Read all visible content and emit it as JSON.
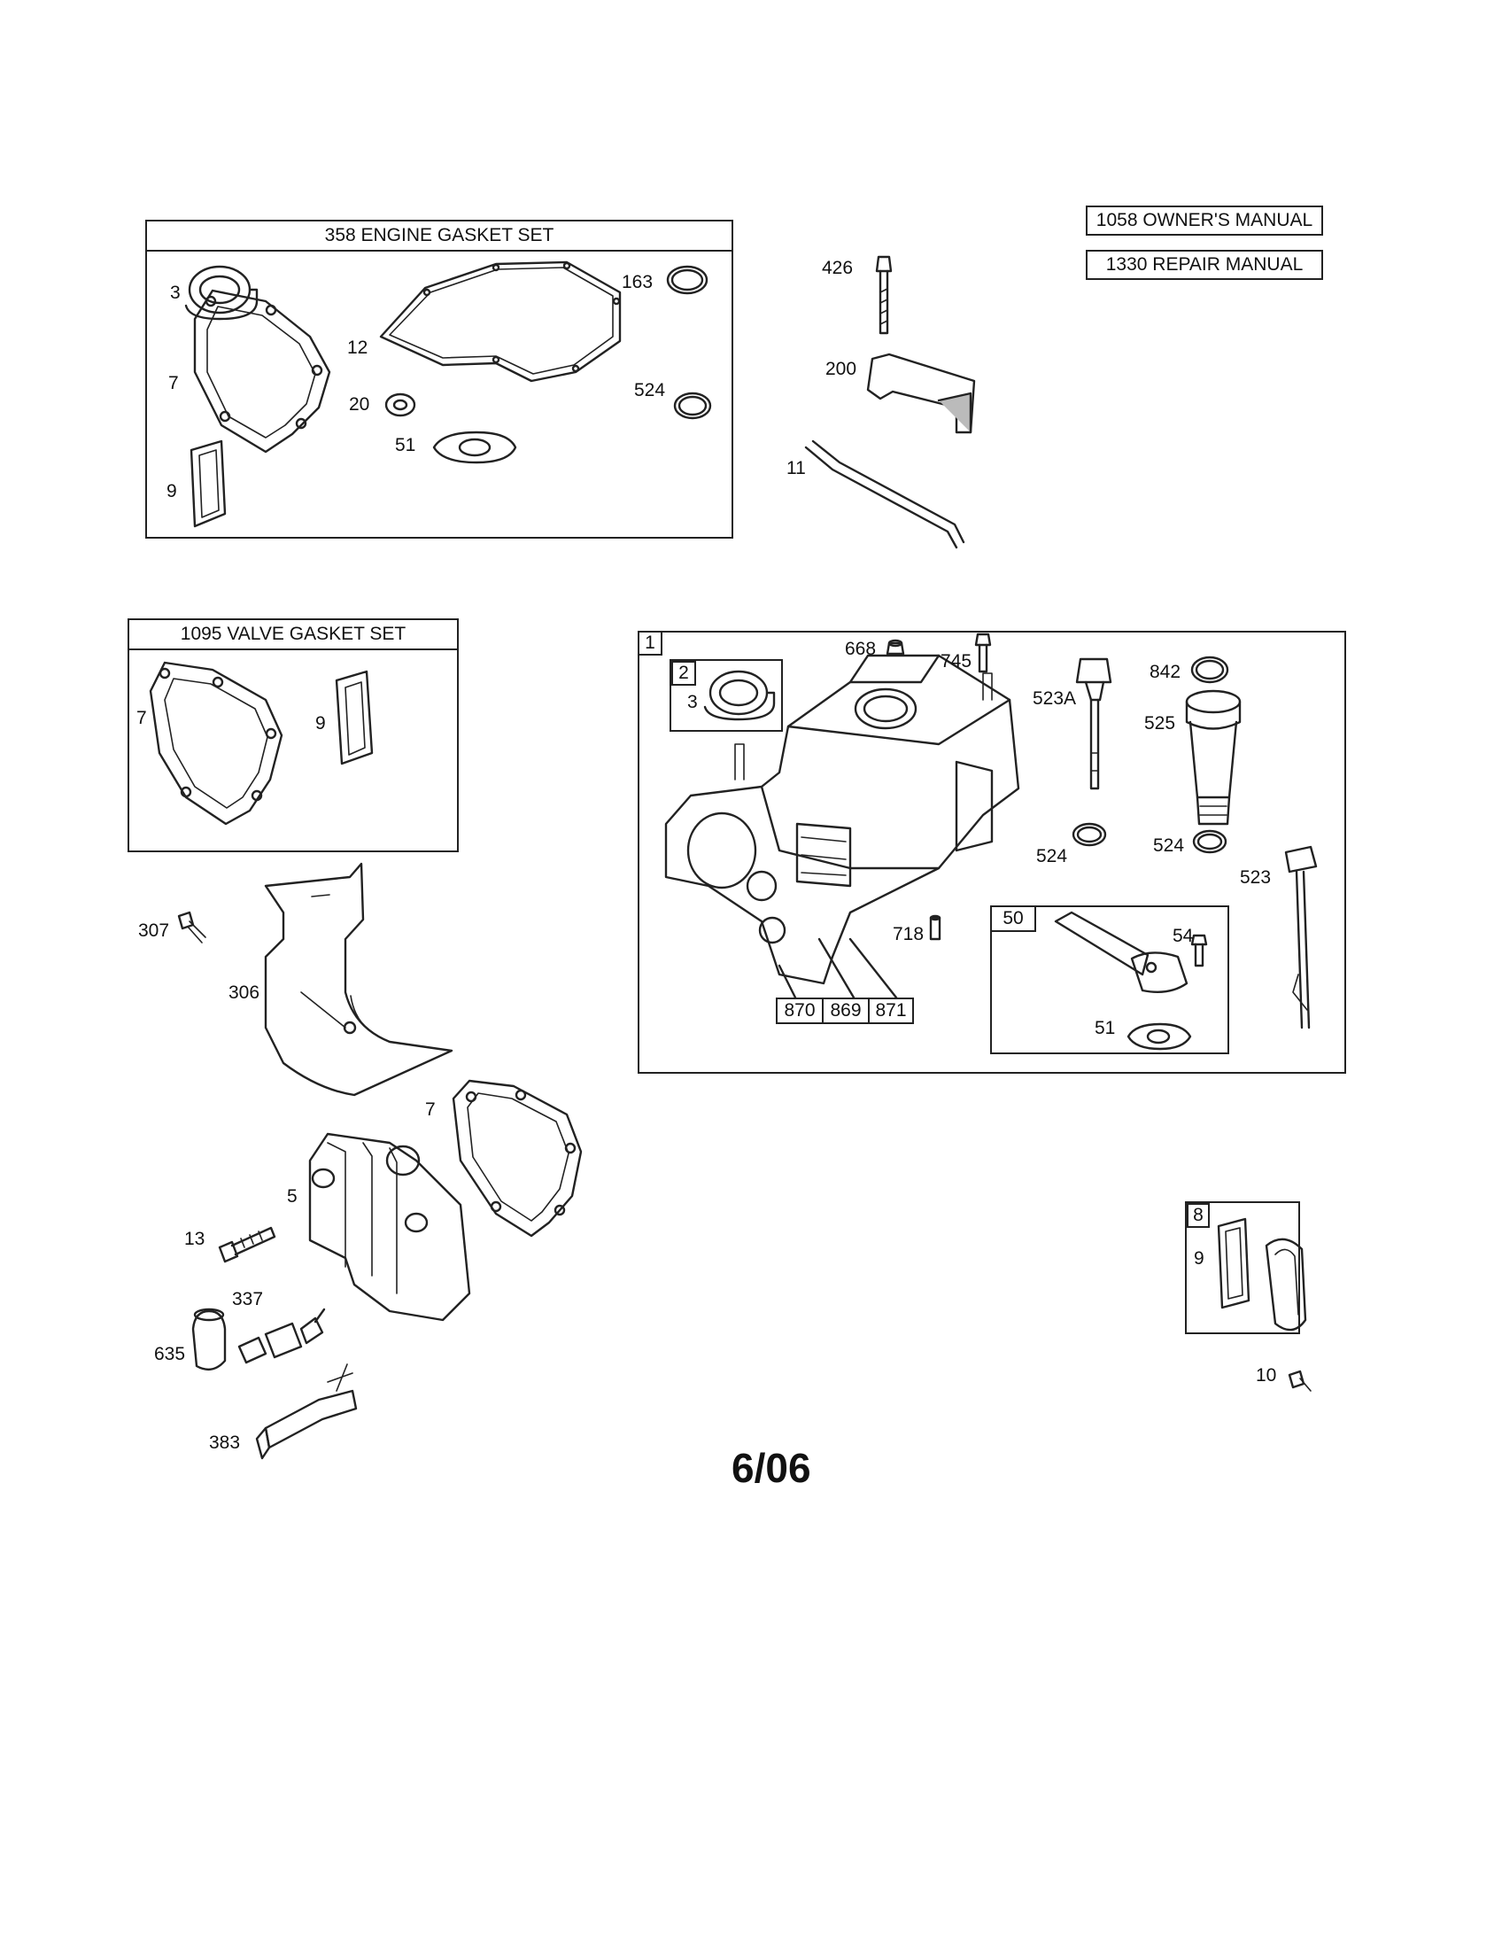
{
  "manuals": [
    "1058 OWNER'S MANUAL",
    "1330 REPAIR MANUAL"
  ],
  "engine_gasket_set": {
    "title": "358 ENGINE GASKET SET",
    "labels": [
      "3",
      "163",
      "12",
      "7",
      "20",
      "524",
      "51",
      "9"
    ]
  },
  "valve_gasket_set": {
    "title": "1095 VALVE GASKET SET",
    "labels": [
      "7",
      "9"
    ]
  },
  "top_parts": [
    "426",
    "200",
    "11"
  ],
  "cylinder_assembly": {
    "tag": "1",
    "seal_tag": "2",
    "seal_label": "3",
    "labels": [
      "668",
      "745",
      "842",
      "523A",
      "525",
      "524",
      "524",
      "523",
      "718"
    ],
    "bottom_tags": [
      "870",
      "869",
      "871"
    ],
    "sub_box": {
      "tag": "50",
      "labels": [
        "54",
        "51"
      ]
    }
  },
  "head_parts": [
    "307",
    "306",
    "7",
    "5",
    "13",
    "337",
    "635",
    "383"
  ],
  "cover_box": {
    "tag": "8",
    "label": "9"
  },
  "loose_parts": [
    "10"
  ],
  "footer": "6/06"
}
